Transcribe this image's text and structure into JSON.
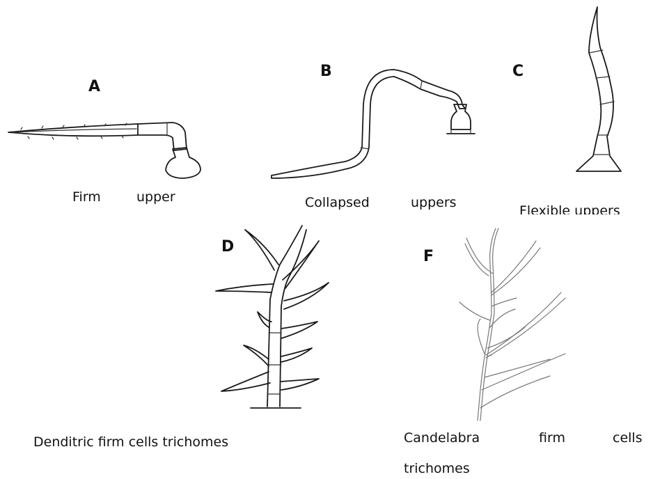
{
  "panels": {
    "a": {
      "letter": "A",
      "caption_left": "Firm",
      "caption_right": "upper"
    },
    "b": {
      "letter": "B",
      "caption_left": "Collapsed",
      "caption_right": "uppers"
    },
    "c": {
      "letter": "C",
      "caption": "Flexible  uppers"
    },
    "d": {
      "letter": "D",
      "caption": "Denditric firm cells trichomes"
    },
    "f": {
      "letter": "F",
      "caption_line1_words": [
        "Candelabra",
        "firm",
        "cells"
      ],
      "caption_line2": "trichomes"
    }
  }
}
